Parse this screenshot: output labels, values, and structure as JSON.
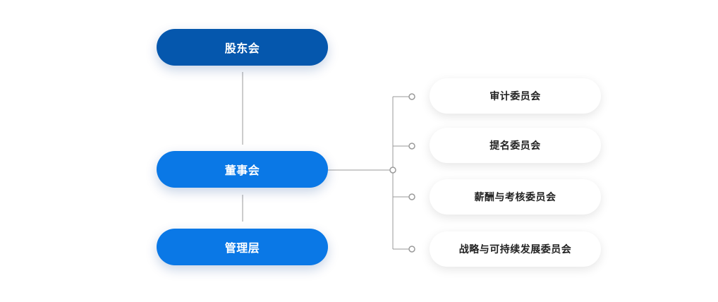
{
  "structure": {
    "top": "股东会",
    "board": "董事会",
    "management": "管理层"
  },
  "committees": [
    "审计委员会",
    "提名委员会",
    "薪酬与考核委员会",
    "战略与可持续发展委员会"
  ],
  "colors": {
    "top_fill": "#0557ad",
    "node_fill": "#0a78e6",
    "connector": "#9a9a9a",
    "committee_fill": "#ffffff"
  }
}
